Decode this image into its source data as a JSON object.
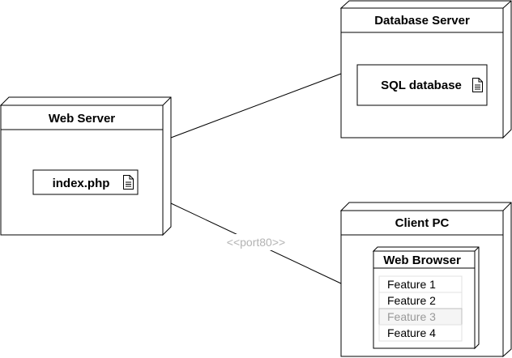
{
  "colors": {
    "stroke": "#000000",
    "background": "#ffffff",
    "connector_label": "#b3b3b3",
    "feature_border": "#e0e0e0",
    "feature_selected_fill": "#f5f5f5",
    "feature_selected_border": "#bdbdbd",
    "feature_disabled_text": "#999999"
  },
  "nodes": {
    "web_server": {
      "title": "Web Server",
      "artifact": "index.php",
      "artifact_icon": "document-icon"
    },
    "database_server": {
      "title": "Database Server",
      "artifact": "SQL database",
      "artifact_icon": "document-icon"
    },
    "client_pc": {
      "title": "Client PC",
      "inner_node": {
        "title": "Web Browser",
        "features": [
          {
            "label": "Feature 1",
            "state": "normal"
          },
          {
            "label": "Feature 2",
            "state": "normal"
          },
          {
            "label": "Feature 3",
            "state": "selected"
          },
          {
            "label": "Feature 4",
            "state": "normal"
          }
        ]
      }
    }
  },
  "connectors": {
    "web_to_client_label": "<<port80>>"
  }
}
